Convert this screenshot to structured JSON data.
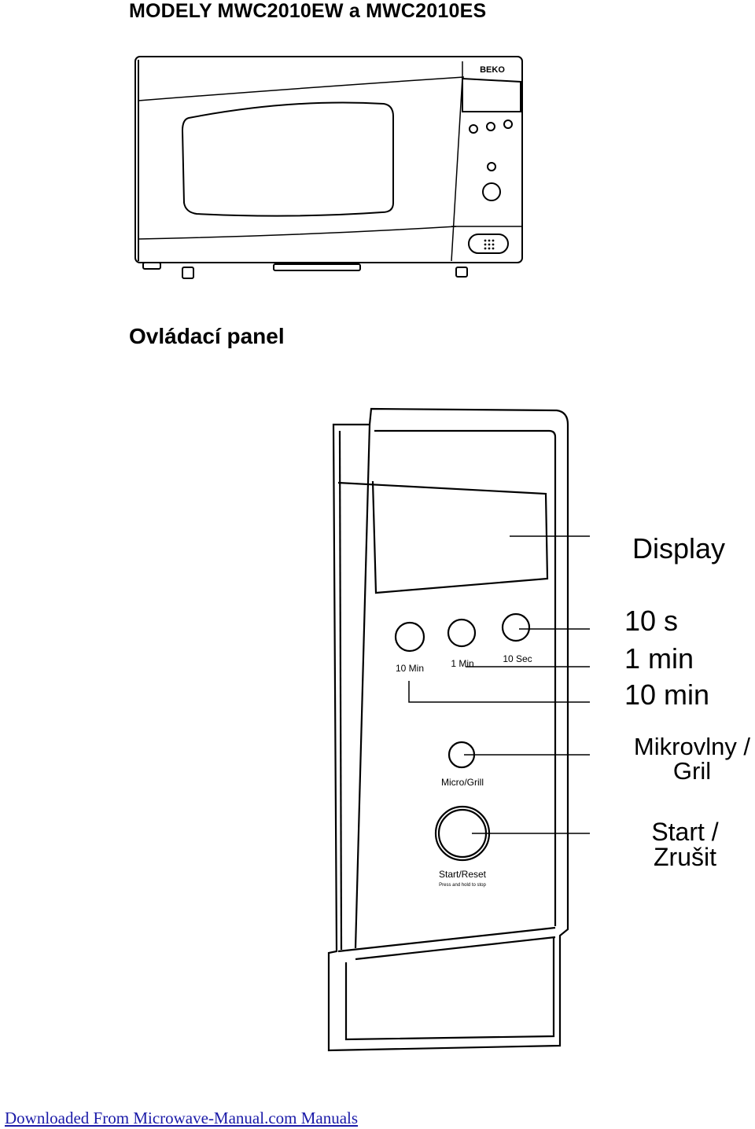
{
  "title": "MODELY MWC2010EW a MWC2010ES",
  "subtitle": "Ovládací panel",
  "microwave": {
    "brand": "BEKO"
  },
  "panel": {
    "btn_10min": "10 Min",
    "btn_1min": "1 Min",
    "btn_10sec": "10 Sec",
    "btn_micro": "Micro/Grill",
    "btn_start": "Start/Reset",
    "btn_start_sub": "Press and hold to stop"
  },
  "callouts": {
    "display": "Display",
    "ten_s": "10 s",
    "one_min": "1 min",
    "ten_min": "10 min",
    "micro_line1": "Mikrovlny /",
    "micro_line2": "Gril",
    "start_line1": "Start /",
    "start_line2": "Zrušit"
  },
  "footer": "Downloaded From Microwave-Manual.com Manuals"
}
